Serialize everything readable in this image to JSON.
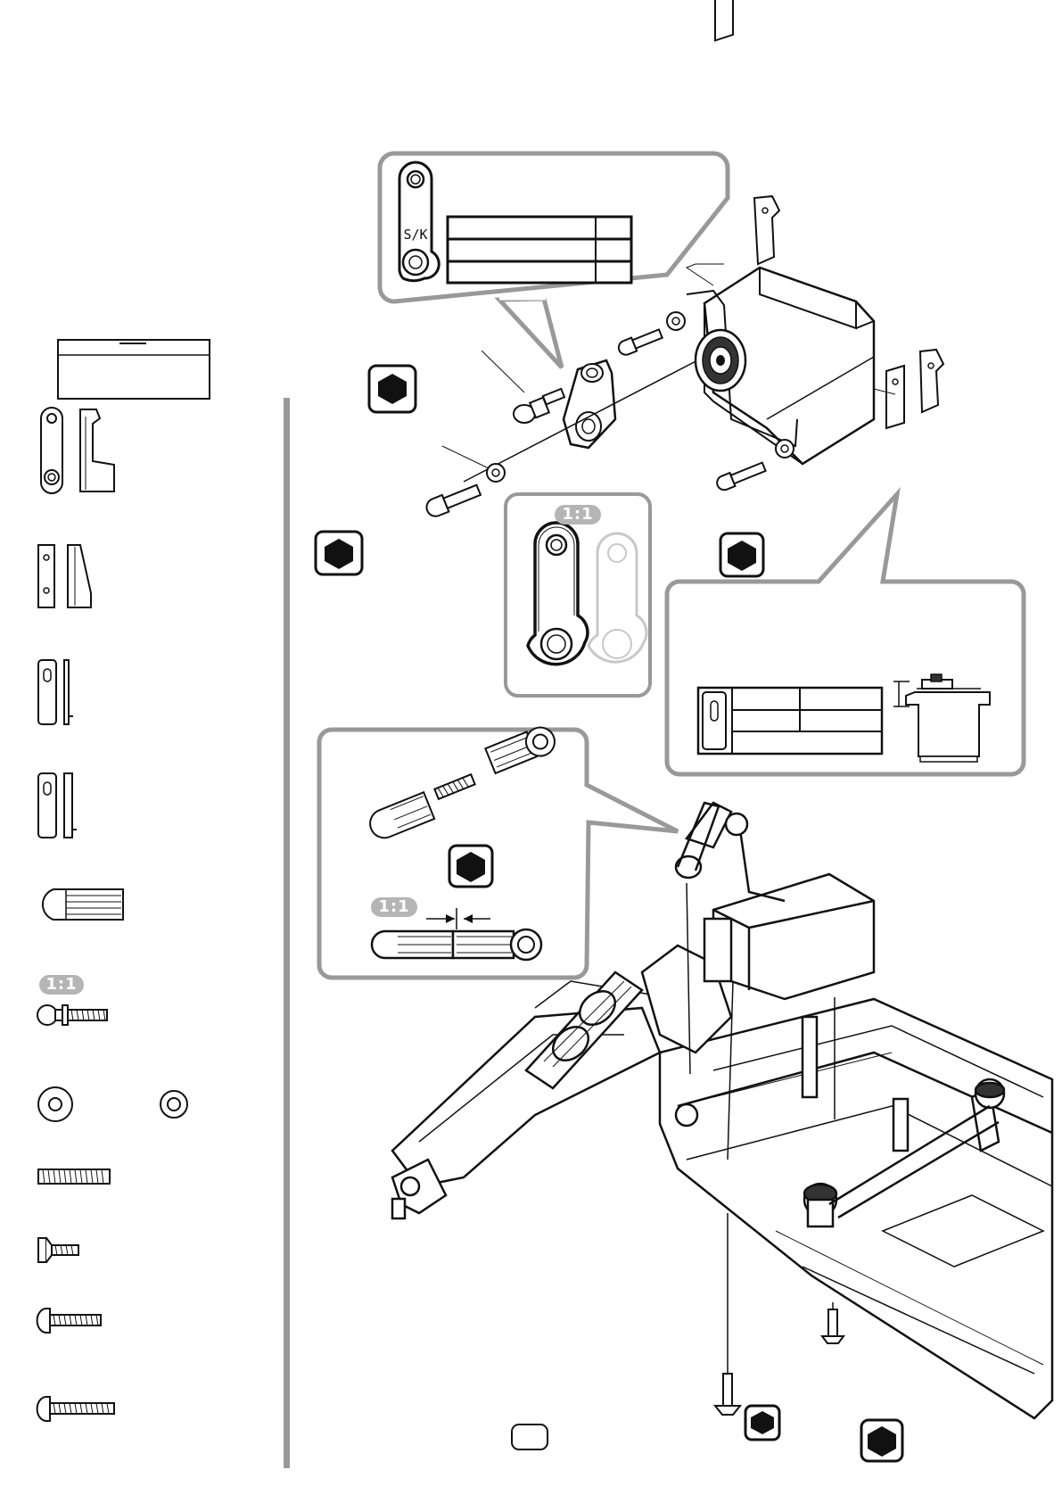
{
  "horn_label": "S/K",
  "ratio_labels": [
    "1:1",
    "1:1",
    "1:1"
  ],
  "colors": {
    "ink": "#111111",
    "badge_gray": "#b5b5b5",
    "sidebar_rule": "#999999",
    "ghost_part": "#c8c8c8"
  },
  "icons": [
    "hex-wrench-icon",
    "servo-horn",
    "servo-mount",
    "mount-spacer",
    "ball-cup",
    "ball-stud",
    "washer-large",
    "washer-small",
    "set-screw",
    "flat-head-screw",
    "button-head-screw-short",
    "button-head-screw-long",
    "servo",
    "turnbuckle-linkage",
    "chassis"
  ],
  "page_number": ""
}
